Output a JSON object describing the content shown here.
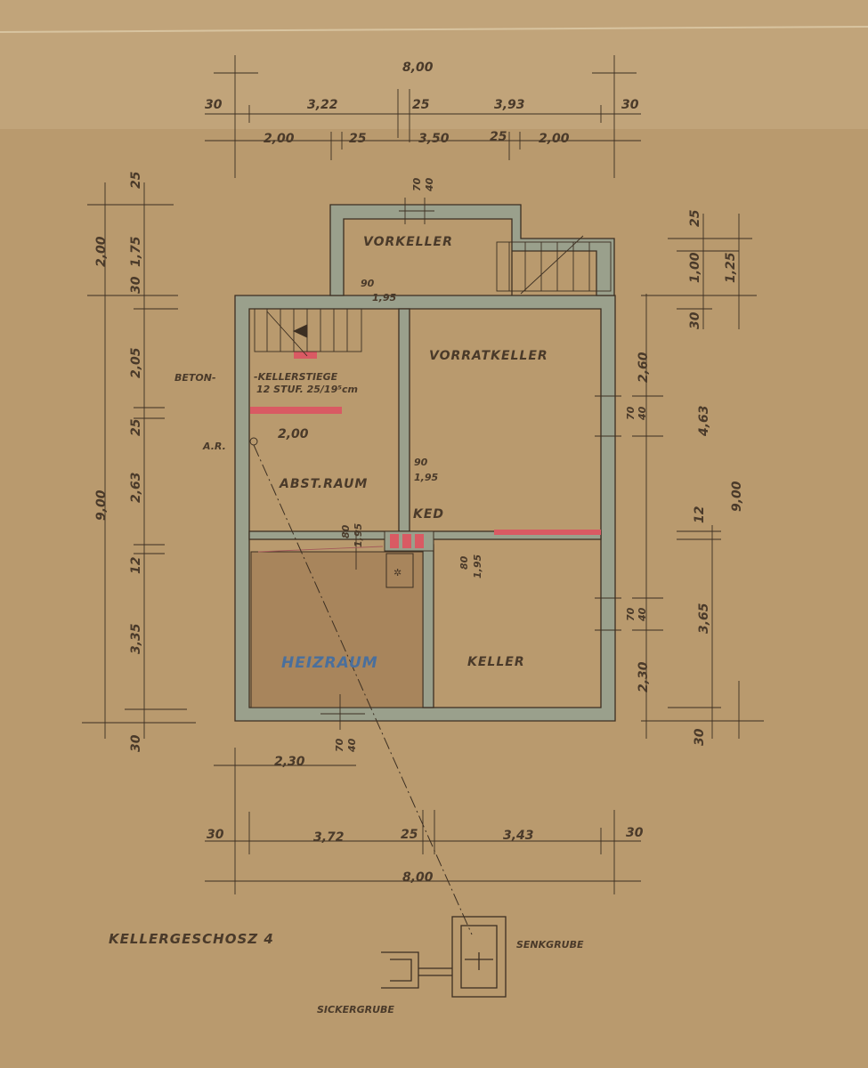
{
  "drawing": {
    "title": "KELLERGESCHOSZ 4",
    "rooms": {
      "vorkeller": "VORKELLER",
      "vorratkeller": "VORRATKELLER",
      "abst_raum": "ABST.RAUM",
      "heizraum": "HEIZRAUM",
      "keller": "KELLER",
      "ked": "KED"
    },
    "labels": {
      "beton": "BETON-",
      "kellerstiege": "-KELLERSTIEGE",
      "stufen": "12 STUF. 25/19⁵cm",
      "ar": "A.R.",
      "senkgrube": "SENKGRUBE",
      "sickergrube": "SICKERGRUBE"
    },
    "dims_top": {
      "total": "8,00",
      "w30l": "30",
      "w322": "3,22",
      "w25": "25",
      "w393": "3,93",
      "w30r": "30",
      "w200l": "2,00",
      "w25a": "25",
      "w350": "3,50",
      "w25b": "25",
      "w200r": "2,00"
    },
    "dims_bottom": {
      "w230": "2,30",
      "w30l": "30",
      "w372": "3,72",
      "w25": "25",
      "w343": "3,43",
      "w30r": "30",
      "total": "8,00"
    },
    "dims_left": {
      "total": "9,00",
      "h25": "25",
      "h200": "2,00",
      "h175": "1,75",
      "h30": "30",
      "h205": "2,05",
      "h25b": "25",
      "h263": "2,63",
      "h12": "12",
      "h335": "3,35",
      "h30b": "30"
    },
    "dims_right": {
      "total": "9,00",
      "h25": "25",
      "h100": "1,00",
      "h125": "1,25",
      "h30": "30",
      "h260": "2,60",
      "h463": "4,63",
      "h12": "12",
      "h365": "3,65",
      "h230": "2,30",
      "h30b": "30"
    },
    "openings": {
      "d70a": "70",
      "d40a": "40",
      "d90a": "90",
      "d195a": "1,95",
      "d200": "2,00",
      "d90b": "90",
      "d195b": "1,95",
      "d80a": "80",
      "d195c": "1,95",
      "d80b": "80",
      "d195d": "1,95",
      "d70b": "70",
      "d40b": "40",
      "d70c": "70",
      "d40c": "40",
      "d70d": "70",
      "d40d": "40"
    },
    "colors": {
      "paper": "#b99a6e",
      "ink": "#3c2f22",
      "wall_fill": "#9aa08c",
      "accent_red": "#d95a63",
      "accent_blue": "#4a6f9c"
    }
  }
}
